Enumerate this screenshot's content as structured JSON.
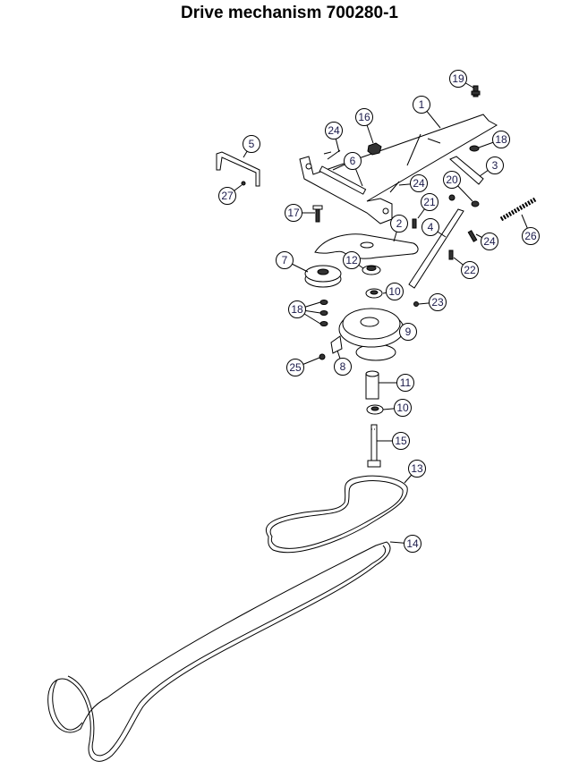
{
  "title": "Drive mechanism 700280-1",
  "callouts": {
    "c1": "1",
    "c2": "2",
    "c3": "3",
    "c4": "4",
    "c5": "5",
    "c6": "6",
    "c7": "7",
    "c8": "8",
    "c9": "9",
    "c10a": "10",
    "c10b": "10",
    "c11": "11",
    "c12": "12",
    "c13": "13",
    "c14": "14",
    "c15": "15",
    "c16": "16",
    "c17": "17",
    "c18a": "18",
    "c18b": "18",
    "c19": "19",
    "c20": "20",
    "c21": "21",
    "c22": "22",
    "c23": "23",
    "c24a": "24",
    "c24b": "24",
    "c24c": "24",
    "c25": "25",
    "c26": "26",
    "c27": "27"
  }
}
